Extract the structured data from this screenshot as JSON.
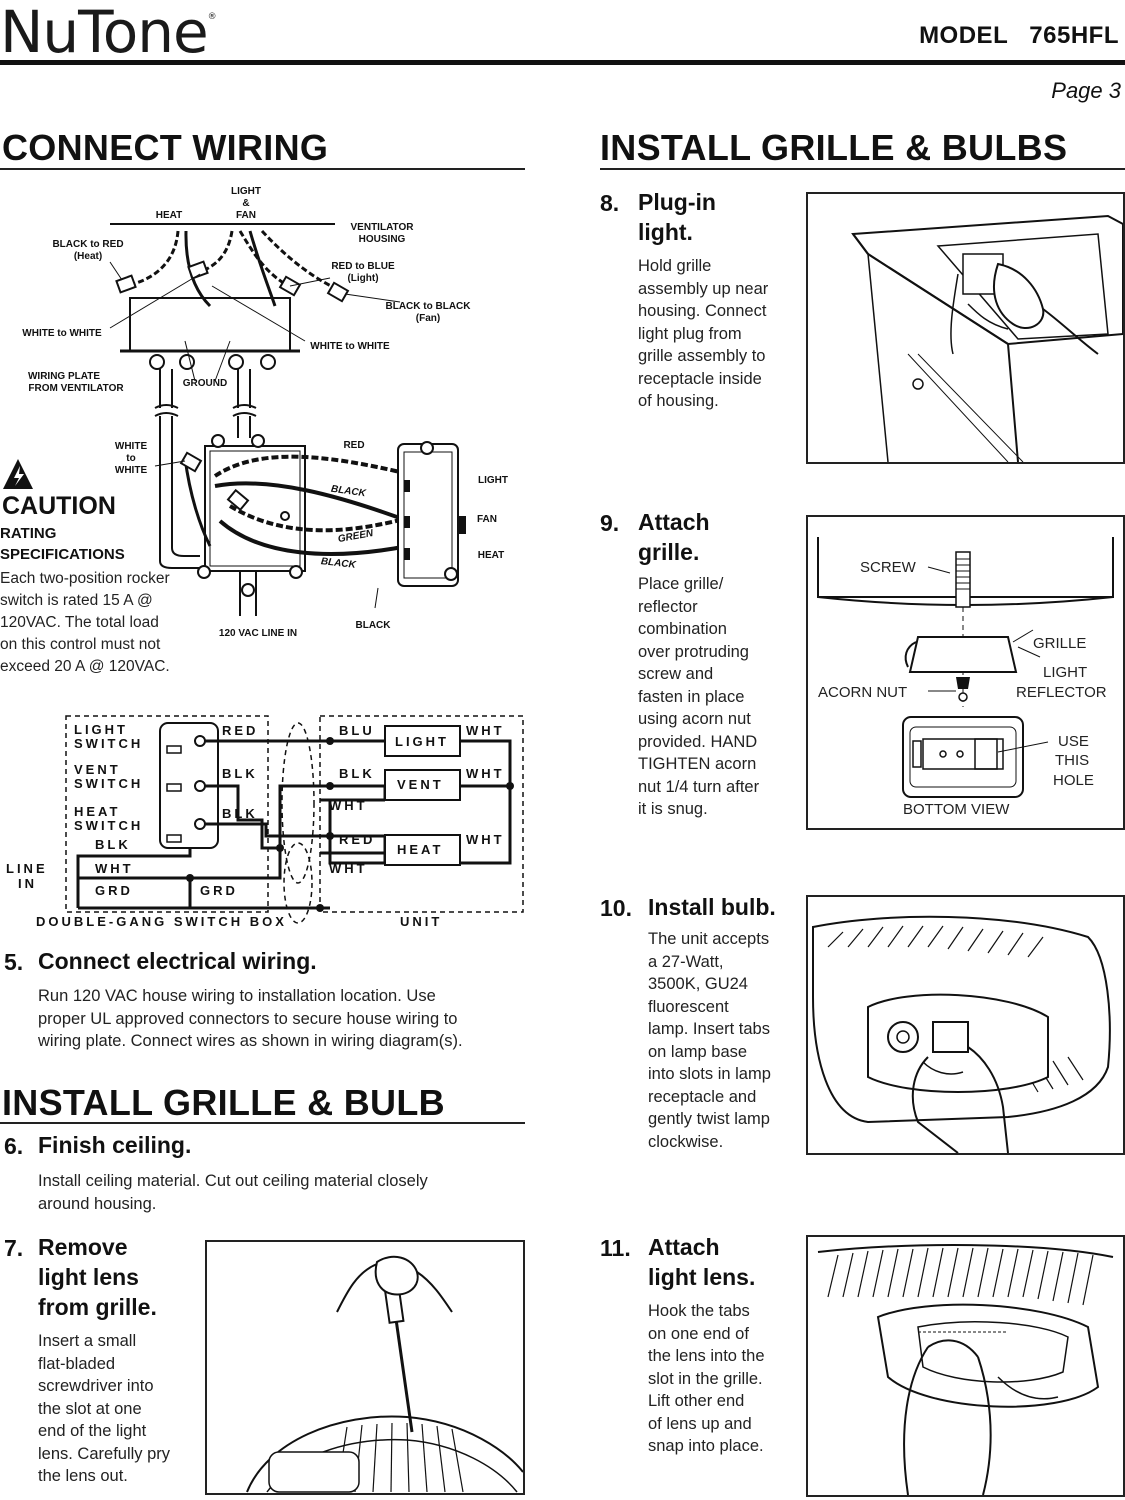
{
  "header": {
    "brand": "NuTone",
    "brand_mark": "®",
    "model": "MODEL   765HFL",
    "page": "Page 3"
  },
  "connect_wiring": {
    "title": "CONNECT WIRING",
    "diagram_labels": {
      "heat": "HEAT",
      "light_fan_1": "LIGHT",
      "light_fan_2": "&",
      "light_fan_3": "FAN",
      "ventilator_1": "VENTILATOR",
      "ventilator_2": "HOUSING",
      "black_red_1": "BLACK to RED",
      "black_red_2": "(Heat)",
      "red_blue_1": "RED to BLUE",
      "red_blue_2": "(Light)",
      "black_black_1": "BLACK to BLACK",
      "black_black_2": "(Fan)",
      "white_white_left": "WHITE to WHITE",
      "white_white_right": "WHITE to WHITE",
      "wiring_plate_1": "WIRING PLATE",
      "wiring_plate_2": "FROM VENTILATOR",
      "ground": "GROUND",
      "white_to_white_1": "WHITE",
      "white_to_white_2": "to",
      "white_to_white_3": "WHITE",
      "red": "RED",
      "black_1": "BLACK",
      "green": "GREEN",
      "black_2": "BLACK",
      "black_3": "BLACK",
      "light": "LIGHT",
      "fan": "FAN",
      "heat_sw": "HEAT",
      "line_in": "120 VAC LINE IN"
    },
    "caution": {
      "title": "CAUTION",
      "sub1": "RATING",
      "sub2": "SPECIFICATIONS",
      "lines": [
        "Each two-position rocker",
        "switch is rated 15 A @",
        "120VAC. The total load",
        "on this control must not",
        "exceed 20 A @  120VAC."
      ]
    },
    "schematic": {
      "light_switch_1": "LIGHT",
      "light_switch_2": "SWITCH",
      "vent_switch_1": "VENT",
      "vent_switch_2": "SWITCH",
      "heat_switch_1": "HEAT",
      "heat_switch_2": "SWITCH",
      "red": "RED",
      "blk_1": "BLK",
      "blk_2": "BLK",
      "blk_3": "BLK",
      "line_1": "LINE",
      "line_2": "IN",
      "wht_left": "WHT",
      "grd_1": "GRD",
      "grd_2": "GRD",
      "blu": "BLU",
      "blk_unit": "BLK",
      "wht_unit_1": "WHT",
      "red_unit": "RED",
      "wht_unit_2": "WHT",
      "light_box": "LIGHT",
      "vent_box": "VENT",
      "heat_box": "HEAT",
      "wht_r1": "WHT",
      "wht_r2": "WHT",
      "wht_r3": "WHT",
      "switch_box": "DOUBLE-GANG SWITCH BOX",
      "unit": "UNIT"
    }
  },
  "step5": {
    "num": "5.",
    "title": "Connect electrical wiring.",
    "lines": [
      "Run 120 VAC house wiring to installation location. Use",
      "proper UL approved connectors to secure house wiring to",
      "wiring plate. Connect wires as shown in wiring diagram(s)."
    ]
  },
  "install_bulb": {
    "title": "INSTALL GRILLE & BULB"
  },
  "step6": {
    "num": "6.",
    "title": "Finish ceiling.",
    "lines": [
      "Install ceiling material. Cut out ceiling material closely",
      "around housing."
    ]
  },
  "step7": {
    "num": "7.",
    "title_lines": [
      "Remove",
      "light lens",
      "from grille."
    ],
    "lines": [
      "Insert a small",
      "flat-bladed",
      "screwdriver into",
      "the slot at one",
      "end of the light",
      "lens. Carefully pry",
      "the lens out."
    ]
  },
  "install_bulbs": {
    "title": "INSTALL GRILLE & BULBS"
  },
  "step8": {
    "num": "8.",
    "title_lines": [
      "Plug-in",
      "light."
    ],
    "lines": [
      "Hold grille",
      "assembly up near",
      "housing. Connect",
      "light plug from",
      "grille assembly to",
      "receptacle inside",
      "of housing."
    ]
  },
  "step9": {
    "num": "9.",
    "title_lines": [
      "Attach",
      "grille."
    ],
    "lines": [
      "Place grille/",
      "reflector",
      "combination",
      "over protruding",
      "screw and",
      "fasten in place",
      "using acorn nut",
      "provided. HAND",
      "TIGHTEN acorn",
      "nut 1/4 turn after",
      "it is snug."
    ],
    "figure": {
      "screw": "SCREW",
      "grille": "GRILLE",
      "light": "LIGHT",
      "reflector": "REFLECTOR",
      "acorn_nut": "ACORN NUT",
      "use": "USE",
      "this": "THIS",
      "hole": "HOLE",
      "bottom_view": "BOTTOM VIEW"
    }
  },
  "step10": {
    "num": "10.",
    "title": "Install bulb.",
    "lines": [
      "The unit accepts",
      "a 27-Watt,",
      "3500K, GU24",
      "fluorescent",
      "lamp. Insert tabs",
      "on lamp base",
      "into slots in lamp",
      "receptacle and",
      "gently twist lamp",
      "clockwise."
    ]
  },
  "step11": {
    "num": "11.",
    "title_lines": [
      "Attach",
      "light lens."
    ],
    "lines": [
      "Hook the tabs",
      "on one end of",
      "the lens into the",
      "slot in the grille.",
      "Lift other end",
      "of lens up and",
      "snap into place."
    ]
  }
}
